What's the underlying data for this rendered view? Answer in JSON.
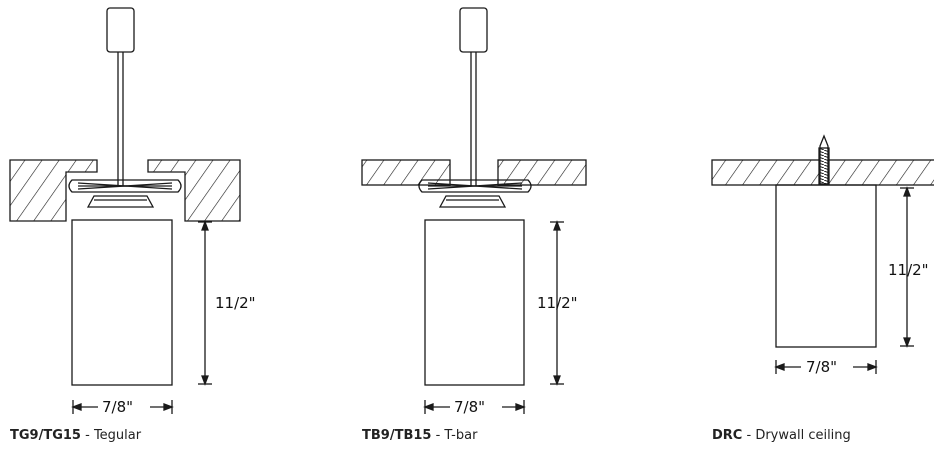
{
  "mounts": [
    {
      "code": "TG9/TG15",
      "separator": " - ",
      "description": "Tegular",
      "height_label": "11/2\"",
      "width_label": "7/8\""
    },
    {
      "code": "TB9/TB15",
      "separator": " - ",
      "description": "T-bar",
      "height_label": "11/2\"",
      "width_label": "7/8\""
    },
    {
      "code": "DRC",
      "separator": " - ",
      "description": "Drywall ceiling",
      "height_label": "11/2\"",
      "width_label": "7/8\""
    }
  ],
  "colors": {
    "line": "#1a1a1a",
    "caption_text": "#222222",
    "background": "#ffffff"
  }
}
